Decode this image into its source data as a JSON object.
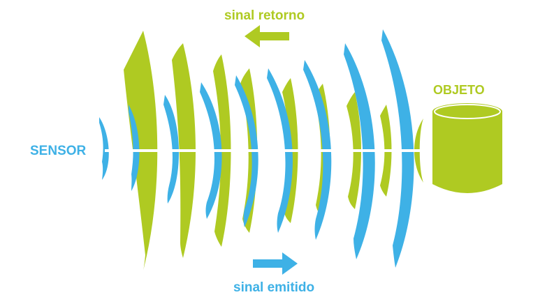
{
  "labels": {
    "sensor": "SENSOR",
    "object": "OBJETO",
    "return_signal": "sinal retorno",
    "emitted_signal": "sinal emitido"
  },
  "colors": {
    "blue": "#3eb1e6",
    "green": "#afca22",
    "background": "#ffffff"
  },
  "icons": {
    "return_arrow": "arrow-left-icon",
    "emitted_arrow": "arrow-right-icon",
    "object": "cylinder-icon"
  }
}
